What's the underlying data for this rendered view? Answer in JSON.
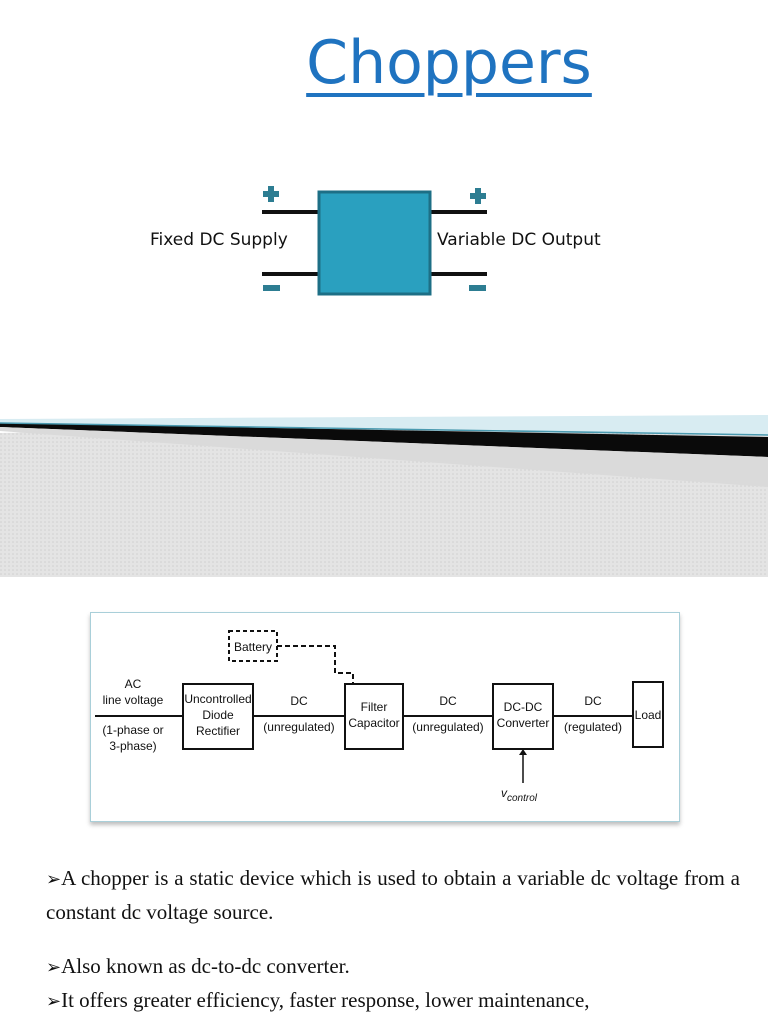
{
  "title": "Choppers",
  "top_diagram": {
    "input_label": "Fixed DC Supply",
    "output_label": "Variable DC Output",
    "plus": "+",
    "minus": "−",
    "block_color": "#2aa0bf"
  },
  "block_diagram": {
    "battery": "Battery",
    "ac_line1": "AC",
    "ac_line2": "line voltage",
    "ac_line3": "(1-phase or",
    "ac_line4": "3-phase)",
    "rectifier1": "Uncontrolled",
    "rectifier2": "Diode",
    "rectifier3": "Rectifier",
    "dc1a": "DC",
    "dc1b": "(unregulated)",
    "filter1": "Filter",
    "filter2": "Capacitor",
    "dc2a": "DC",
    "dc2b": "(unregulated)",
    "conv1": "DC-DC",
    "conv2": "Converter",
    "dc3a": "DC",
    "dc3b": "(regulated)",
    "load": "Load",
    "vcontrol_v": "v",
    "vcontrol_sub": "control"
  },
  "bullets": {
    "marker": "➢",
    "b1": "A chopper is a static device which is used to obtain a variable dc voltage from a constant dc voltage source.",
    "b2": "Also known as dc-to-dc converter.",
    "b3": "It offers greater efficiency, faster response, lower maintenance,"
  }
}
